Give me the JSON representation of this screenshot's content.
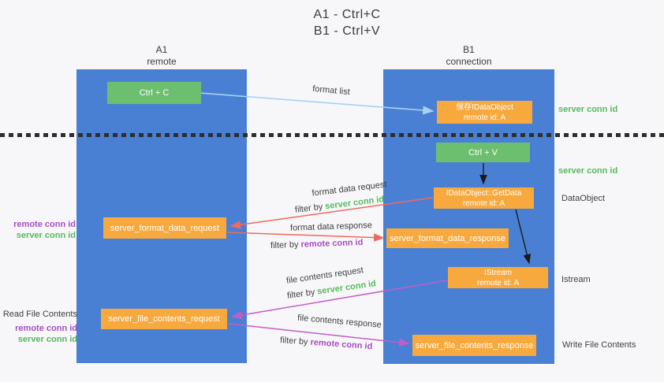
{
  "title": {
    "line1": "A1 - Ctrl+C",
    "line2": "B1 - Ctrl+V"
  },
  "lanes": {
    "left": {
      "name": "A1",
      "role": "remote"
    },
    "right": {
      "name": "B1",
      "role": "connection"
    }
  },
  "nodes": {
    "ctrl_c": {
      "label": "Ctrl + C"
    },
    "save_dataobject": {
      "line1": "保存IDataObject",
      "line2": "remote id: A"
    },
    "ctrl_v": {
      "label": "Ctrl + V"
    },
    "getdata": {
      "line1": "IDataObject::GetData",
      "line2": "remote id: A"
    },
    "format_request": {
      "label": "server_format_data_request"
    },
    "format_response": {
      "label": "server_format_data_response"
    },
    "istream": {
      "line1": "IStream",
      "line2": "remote id: A"
    },
    "file_request": {
      "label": "server_file_contents_request"
    },
    "file_response": {
      "label": "server_file_contents_response"
    }
  },
  "arrow_labels": {
    "format_list": "format list",
    "format_data_request": "format data request",
    "format_data_response": "format data response",
    "file_contents_request": "file contents request",
    "file_contents_response": "file contents response",
    "filter_by": "filter by",
    "server_conn_id": "server conn id",
    "remote_conn_id": "remote conn id"
  },
  "side_labels": {
    "server_conn_id_top": "server conn id",
    "server_conn_id_mid": "server conn id",
    "dataobject": "DataObject",
    "istream": "Istream",
    "write_file_contents": "Write File Contents",
    "read_file_contents": "Read File Contents",
    "left_remote_conn_id": "remote conn id",
    "left_server_conn_id": "server conn id",
    "left_remote_conn_id2": "remote conn id",
    "left_server_conn_id2": "server conn id"
  },
  "colors": {
    "lane_blue": "#4a80d4",
    "node_green": "#6cbf6e",
    "node_orange": "#f7a93e",
    "accent_green": "#57b95c",
    "accent_purple": "#a84cc5",
    "arrow_red": "#f06a5e",
    "arrow_magenta": "#c45cc8",
    "arrow_blue": "#a5d2f2",
    "arrow_black": "#1a1a1a",
    "dashed_line": "#2e2e2e",
    "background": "#f7f7f9"
  }
}
